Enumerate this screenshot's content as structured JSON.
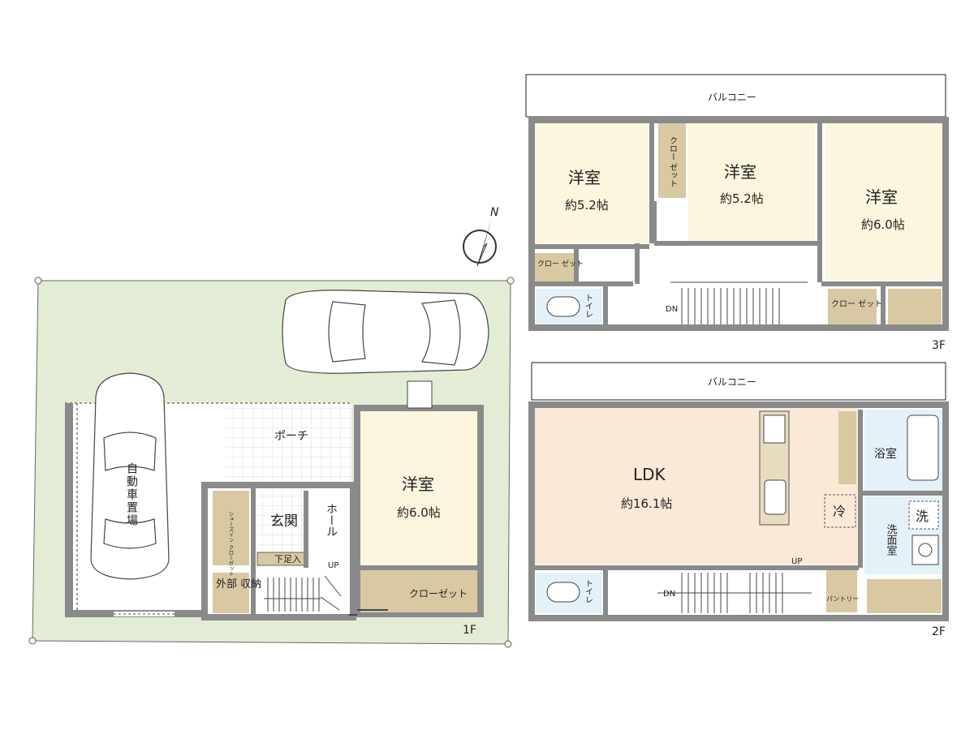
{
  "floor_labels": {
    "f1": "1F",
    "f2": "2F",
    "f3": "3F"
  },
  "compass": {
    "north": "N"
  },
  "rooms_1f": {
    "parking": "自動車置場",
    "porch": "ポーチ",
    "genkan": "玄関",
    "hall": "ホール",
    "shoes_closet": "シューズイン クローゼット",
    "shimo_ashiire": "下足入",
    "gaibu_shuno": "外部 収納",
    "up": "UP",
    "western_room": "洋室",
    "western_size": "約6.0帖",
    "closet": "クローゼット"
  },
  "rooms_2f": {
    "balcony": "バルコニー",
    "ldk": "LDK",
    "ldk_size": "約16.1帖",
    "bath": "浴室",
    "fridge": "冷",
    "washer": "洗",
    "washroom": "洗面室",
    "pantry": "パントリー",
    "toilet": "トイレ",
    "up": "UP",
    "dn": "DN"
  },
  "rooms_3f": {
    "balcony": "バルコニー",
    "room1": "洋室",
    "room1_size": "約5.2帖",
    "room2": "洋室",
    "room2_size": "約5.2帖",
    "room3": "洋室",
    "room3_size": "約6.0帖",
    "closet_small_a": "クロー ゼット",
    "closet_small_b": "クロー ゼット",
    "closet_vertical": "クロー ゼット",
    "toilet": "トイレ",
    "dn": "DN"
  },
  "colors": {
    "wall": "#8a8a8a",
    "lot": "#e3edd5",
    "room": "#fbf6dd",
    "ldk": "#fbe9d8",
    "closet": "#d8c9a2",
    "wet": "#e4f1f8",
    "hall": "#ffffff"
  }
}
